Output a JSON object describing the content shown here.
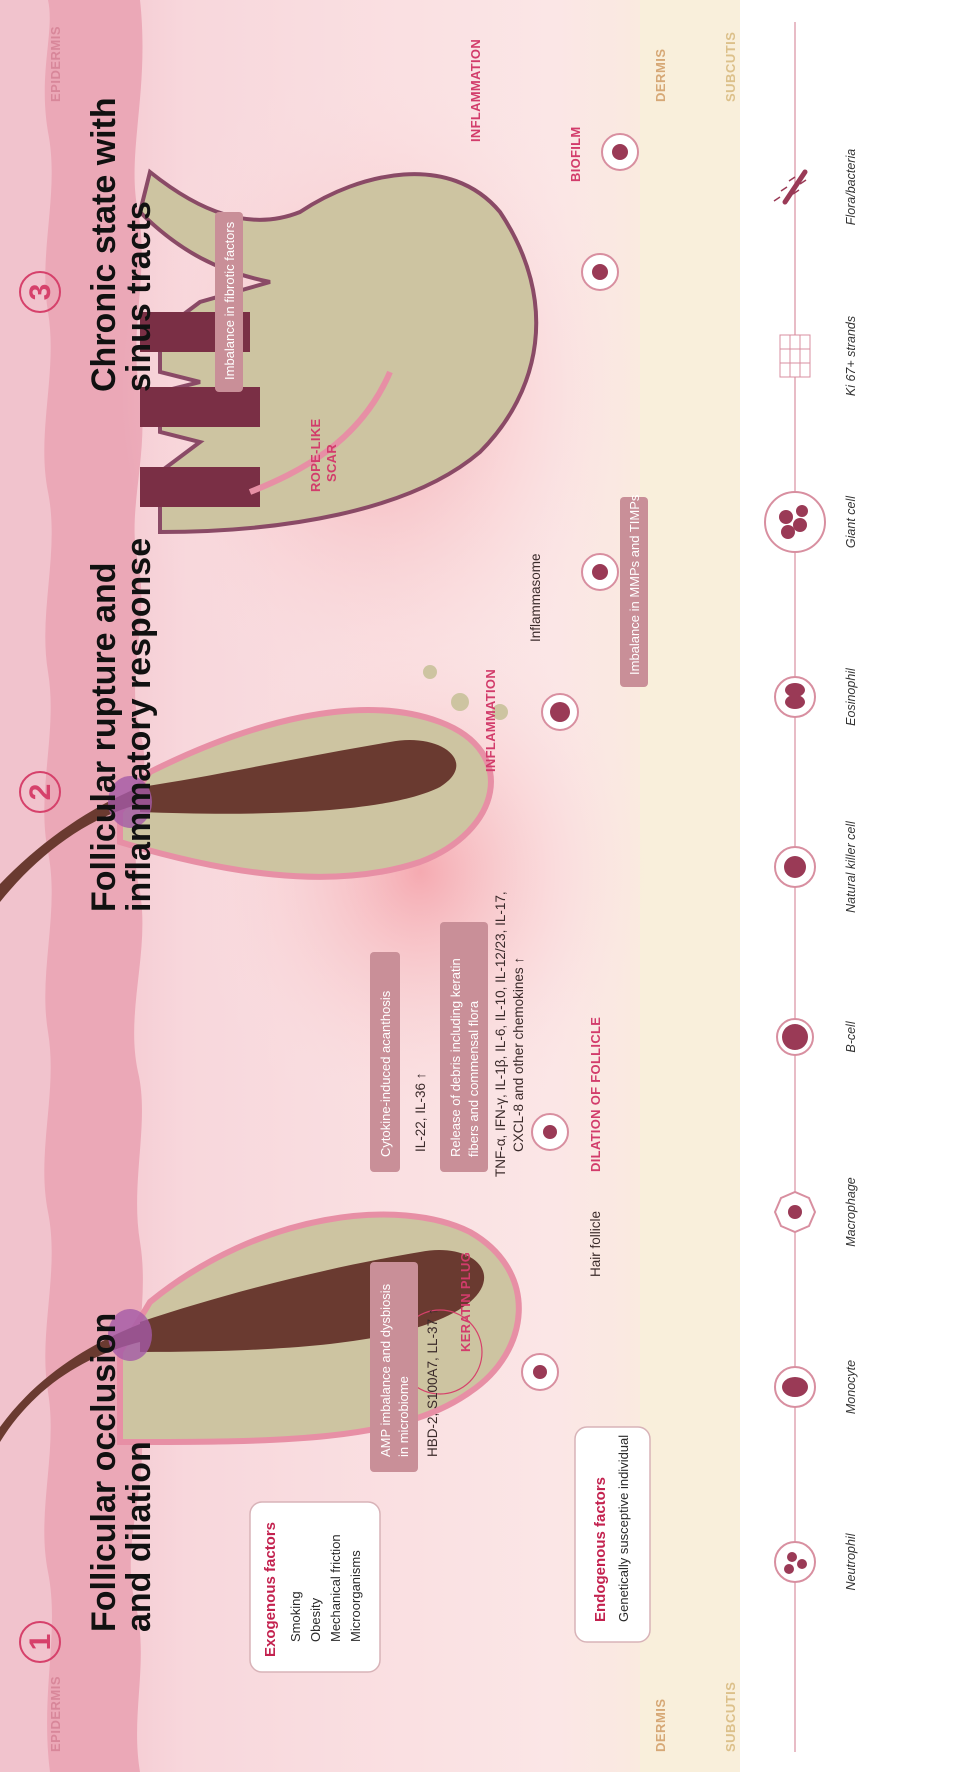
{
  "stages": [
    {
      "number": "1",
      "title_line1": "Follicular occlusion",
      "title_line2": "and dilation"
    },
    {
      "number": "2",
      "title_line1": "Follicular rupture and",
      "title_line2": "inflammatory response"
    },
    {
      "number": "3",
      "title_line1": "Chronic state with",
      "title_line2": "sinus tracts"
    }
  ],
  "layers": {
    "epidermis": "EPIDERMIS",
    "dermis": "DERMIS",
    "subcutis": "SUBCUTIS"
  },
  "exogenous": {
    "title": "Exogenous factors",
    "items": [
      "Smoking",
      "Obesity",
      "Mechanical friction",
      "Microorganisms"
    ]
  },
  "endogenous": {
    "title": "Endogenous factors",
    "subtitle": "Genetically susceptive individual"
  },
  "boxes": {
    "amp_line1": "AMP imbalance and dysbiosis",
    "amp_line2": "in microbiome",
    "amp_detail": "HBD-2, S100A7, LL-37 ↑",
    "acanthosis": "Cytokine-induced acanthosis",
    "acanthosis_detail": "IL-22, IL-36 ↑",
    "debris_line1": "Release of debris including keratin",
    "debris_line2": "fibers and commensal flora",
    "cytokines_line1": "TNF-α, IFN-γ, IL-1β, IL-6, IL-10, IL-12/23, IL-17,",
    "cytokines_line2": "CXCL-8 and other chemokines ↑",
    "fibrotic": "Imbalance in fibrotic factors",
    "mmps": "Imbalance in MMPs and TIMPs"
  },
  "annotations": {
    "keratin_plug": "KERATIN PLUG",
    "hair_follicle": "Hair follicle",
    "dilation": "DILATION OF FOLLICLE",
    "inflammation": "INFLAMMATION",
    "inflammasome": "Inflammasome",
    "rope_scar_line1": "ROPE-LIKE",
    "rope_scar_line2": "SCAR",
    "biofilm": "BIOFILM"
  },
  "legend": [
    {
      "label": "Neutrophil",
      "icon": "neutrophil-icon"
    },
    {
      "label": "Monocyte",
      "icon": "monocyte-icon"
    },
    {
      "label": "Macrophage",
      "icon": "macrophage-icon"
    },
    {
      "label": "B-cell",
      "icon": "b-cell-icon"
    },
    {
      "label": "Natural killer cell",
      "icon": "nk-cell-icon"
    },
    {
      "label": "Eosinophil",
      "icon": "eosinophil-icon"
    },
    {
      "label": "Giant cell",
      "icon": "giant-cell-icon"
    },
    {
      "label": "Ki 67+ strands",
      "icon": "ki67-icon"
    },
    {
      "label": "Flora/bacteria",
      "icon": "bacteria-icon"
    }
  ],
  "colors": {
    "accent": "#d6416b",
    "dermis": "#fbe4e4",
    "follicle": "#cdc4a1",
    "hair": "#6a3a30",
    "box": "#c98f98"
  }
}
